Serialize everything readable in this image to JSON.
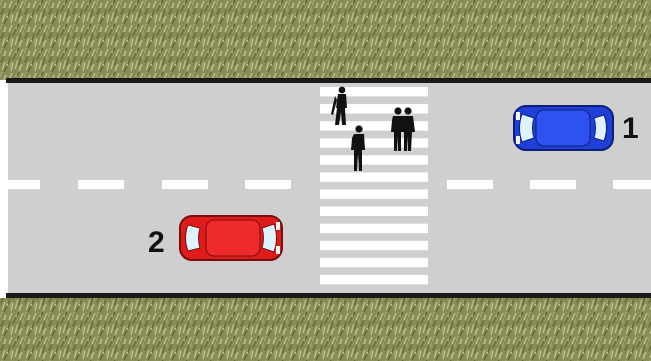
{
  "scene": {
    "colors": {
      "grass_base": "#8a8c58",
      "grass_dark": "#5f6a2f",
      "grass_light": "#c7c69a",
      "road": "#cfcfcf",
      "road_edge": "#1a1a1a",
      "lane_marking": "#ffffff",
      "car_1": "#1f3fd6",
      "car_2": "#e01b1b",
      "pedestrian": "#111111"
    },
    "cars": [
      {
        "id": "car-1",
        "label": "1",
        "color_name": "blue",
        "direction": "left"
      },
      {
        "id": "car-2",
        "label": "2",
        "color_name": "red",
        "direction": "right"
      }
    ],
    "pedestrians": {
      "count": 4
    },
    "crosswalk": {
      "stripes": 12
    }
  }
}
